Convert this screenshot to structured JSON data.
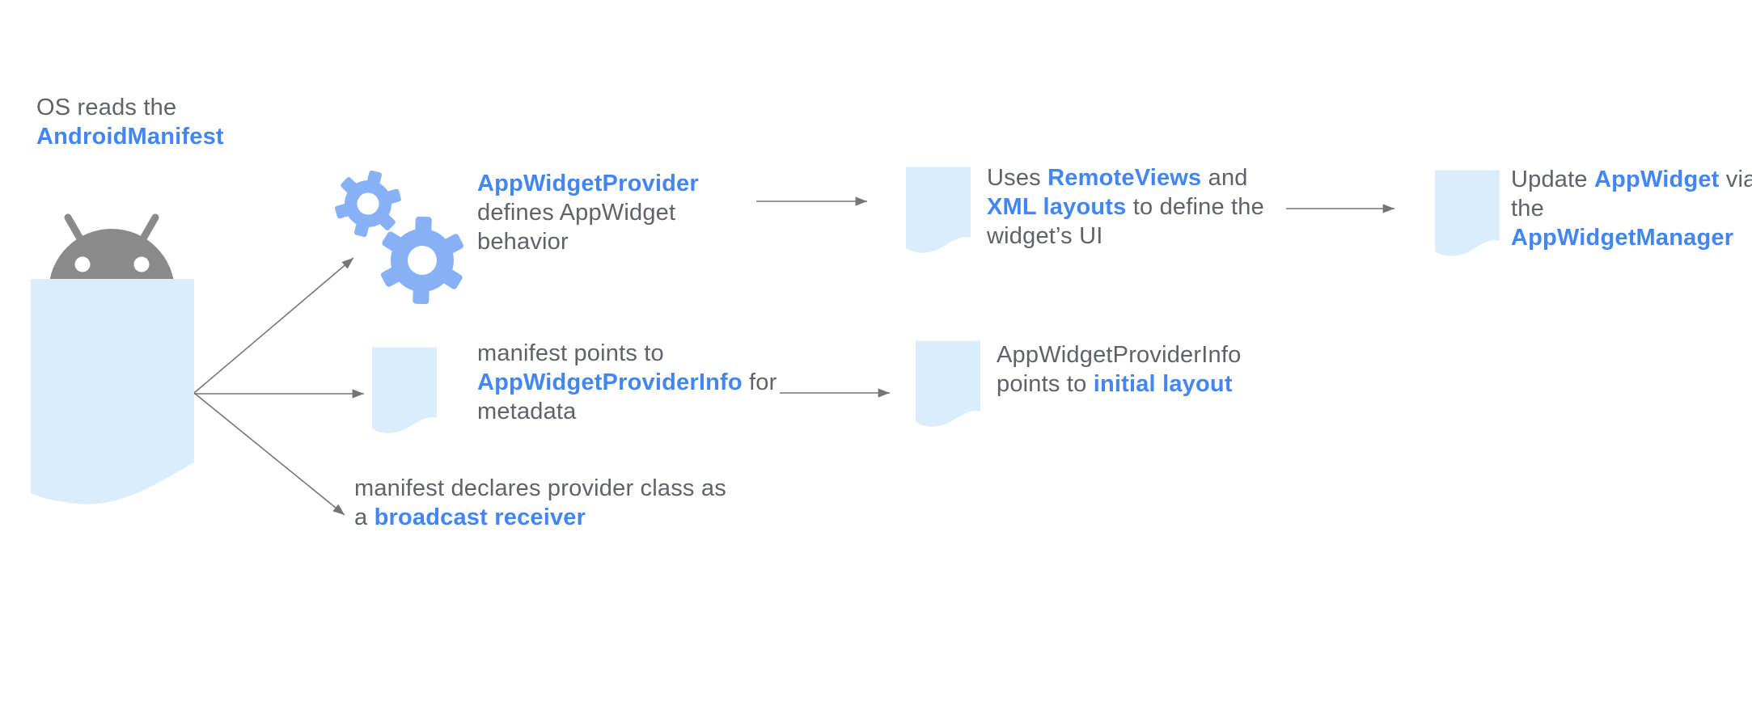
{
  "diagram": {
    "title_hint": "Android AppWidget manifest flow diagram",
    "colors": {
      "link_blue": "#4285f4",
      "text_gray": "#5f6368",
      "document_fill": "#d9edfd",
      "gear_fill": "#87b1f7",
      "android_gray": "#8a8a8a",
      "arrow_gray": "#757575",
      "background": "#ffffff"
    },
    "icons": {
      "android": "android-robot-icon",
      "manifest_document": "document-icon",
      "gears": "gear-icon",
      "arrow": "flow-arrow"
    },
    "labels": {
      "os": {
        "l1": "OS reads the",
        "l2": "AndroidManifest"
      },
      "provider": {
        "l1": "AppWidgetProvider",
        "l2": "defines AppWidget",
        "l3": "behavior"
      },
      "remoteviews": {
        "l1a": "Uses ",
        "l1b": "RemoteViews",
        "l1c": " and",
        "l2a": "XML layouts",
        "l2b": " to define the",
        "l3": "widget’s UI"
      },
      "update": {
        "l1a": "Update ",
        "l1b": "AppWidget",
        "l1c": " via",
        "l2": "the",
        "l3": "AppWidgetManager"
      },
      "manifest_points": {
        "l1": "manifest points to",
        "l2a": "AppWidgetProviderInfo",
        "l2b": " for",
        "l3": "metadata"
      },
      "provider_info": {
        "l1": "AppWidgetProviderInfo",
        "l2a": "points to ",
        "l2b": "initial layout"
      },
      "broadcast": {
        "l1": "manifest declares provider class as",
        "l2a": "a ",
        "l2b": "broadcast receiver"
      }
    }
  }
}
